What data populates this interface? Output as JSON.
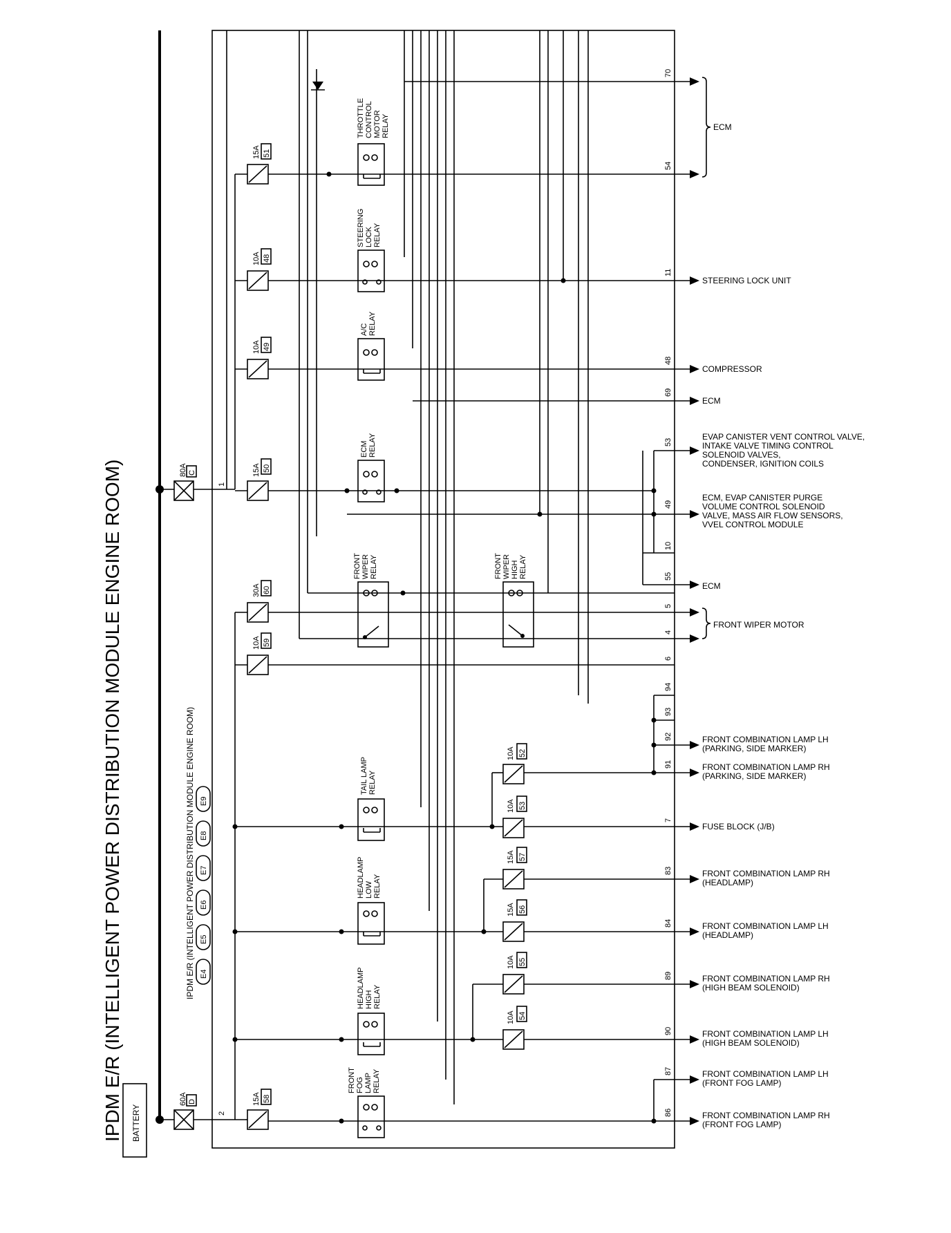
{
  "title": "IPDM E/R (INTELLIGENT POWER DISTRIBUTION MODULE ENGINE ROOM)",
  "battery_label": "BATTERY",
  "module_label": "IPDM E/R (INTELLIGENT POWER DISTRIBUTION MODULE ENGINE ROOM)",
  "connectors": [
    "E4",
    "E5",
    "E6",
    "E7",
    "E8",
    "E9"
  ],
  "fusible_links": [
    {
      "amp": "80A",
      "id": "C"
    },
    {
      "amp": "60A",
      "id": "D"
    }
  ],
  "bus_terminals": [
    "1",
    "2"
  ],
  "fuses": [
    {
      "amp": "15A",
      "id": "51"
    },
    {
      "amp": "10A",
      "id": "48"
    },
    {
      "amp": "10A",
      "id": "49"
    },
    {
      "amp": "15A",
      "id": "50"
    },
    {
      "amp": "30A",
      "id": "60"
    },
    {
      "amp": "10A",
      "id": "59"
    },
    {
      "amp": "15A",
      "id": "58"
    },
    {
      "amp": "10A",
      "id": "52"
    },
    {
      "amp": "10A",
      "id": "53"
    },
    {
      "amp": "15A",
      "id": "57"
    },
    {
      "amp": "15A",
      "id": "56"
    },
    {
      "amp": "10A",
      "id": "55"
    },
    {
      "amp": "10A",
      "id": "54"
    }
  ],
  "relays": [
    [
      "THROTTLE",
      "CONTROL",
      "MOTOR",
      "RELAY"
    ],
    [
      "STEERING",
      "LOCK",
      "RELAY"
    ],
    [
      "A/C",
      "RELAY"
    ],
    [
      "ECM",
      "RELAY"
    ],
    [
      "FRONT",
      "WIPER",
      "RELAY"
    ],
    [
      "FRONT",
      "WIPER",
      "HIGH",
      "RELAY"
    ],
    [
      "TAIL LAMP",
      "RELAY"
    ],
    [
      "HEADLAMP",
      "LOW",
      "RELAY"
    ],
    [
      "HEADLAMP",
      "HIGH",
      "RELAY"
    ],
    [
      "FRONT",
      "FOG",
      "LAMP",
      "RELAY"
    ]
  ],
  "terminals": [
    "70",
    "54",
    "11",
    "48",
    "69",
    "53",
    "49",
    "10",
    "55",
    "5",
    "4",
    "6",
    "94",
    "93",
    "92",
    "91",
    "7",
    "83",
    "84",
    "89",
    "90",
    "87",
    "86"
  ],
  "outputs": [
    [
      "ECM"
    ],
    [
      "STEERING LOCK UNIT"
    ],
    [
      "COMPRESSOR"
    ],
    [
      "ECM"
    ],
    [
      "EVAP CANISTER VENT CONTROL VALVE,",
      "INTAKE VALVE TIMING CONTROL",
      "SOLENOID VALVES,",
      "CONDENSER, IGNITION COILS"
    ],
    [
      "ECM, EVAP CANISTER PURGE",
      "VOLUME CONTROL SOLENOID",
      "VALVE, MASS AIR FLOW SENSORS,",
      "VVEL CONTROL MODULE"
    ],
    [
      "ECM"
    ],
    [
      "FRONT WIPER MOTOR"
    ],
    [
      "FRONT COMBINATION LAMP LH",
      "(PARKING, SIDE MARKER)"
    ],
    [
      "FRONT COMBINATION LAMP RH",
      "(PARKING, SIDE MARKER)"
    ],
    [
      "FUSE BLOCK (J/B)"
    ],
    [
      "FRONT COMBINATION LAMP RH",
      "(HEADLAMP)"
    ],
    [
      "FRONT COMBINATION LAMP LH",
      "(HEADLAMP)"
    ],
    [
      "FRONT COMBINATION LAMP RH",
      "(HIGH BEAM SOLENOID)"
    ],
    [
      "FRONT COMBINATION LAMP LH",
      "(HIGH BEAM SOLENOID)"
    ],
    [
      "FRONT COMBINATION LAMP LH",
      "(FRONT FOG LAMP)"
    ],
    [
      "FRONT COMBINATION LAMP RH",
      "(FRONT FOG LAMP)"
    ]
  ]
}
